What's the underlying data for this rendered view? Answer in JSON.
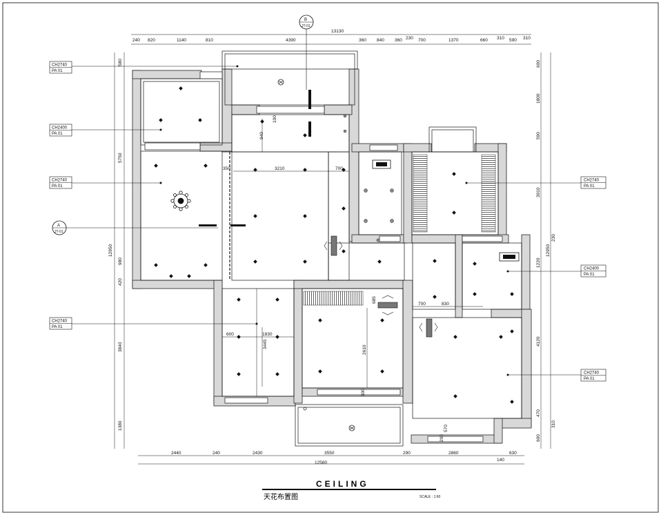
{
  "title": "CEILING",
  "subtitle": "天花布置图",
  "scale": "SCALE : 1:60",
  "section_marks": [
    {
      "id": "section-mark-top",
      "letter": "B",
      "sheet": "JT-01"
    },
    {
      "id": "section-mark-left",
      "letter": "A",
      "sheet": "JT-01"
    }
  ],
  "top_dims_upper": {
    "total": "13130"
  },
  "top_dims": [
    "240",
    "820",
    "1140",
    "810",
    "4390",
    "360",
    "840",
    "360",
    "230",
    "700",
    "1370",
    "660",
    "310",
    "590",
    "310"
  ],
  "bottom_dims": [
    "2440",
    "240",
    "2430",
    "3550",
    "290",
    "2860",
    "630"
  ],
  "bottom_extra": "140",
  "bottom_total": "12580",
  "left_dims": [
    "580",
    "5750",
    "980",
    "420",
    "3840",
    "1380"
  ],
  "left_total": "12950",
  "right_dims": [
    "600",
    "1800",
    "590",
    "3010",
    "1220",
    "4120",
    "470",
    "600"
  ],
  "right_total": "12950",
  "right_small": [
    "230",
    "310"
  ],
  "interior_dims": [
    "940",
    "100",
    "3210",
    "350",
    "700",
    "600",
    "1830",
    "3445",
    "685",
    "700",
    "830",
    "2610",
    "300",
    "570",
    "200"
  ],
  "ceiling_tags": [
    {
      "id": "tag-left-1",
      "height": "CH2740",
      "finish": "PA 01"
    },
    {
      "id": "tag-left-2",
      "height": "CH2400",
      "finish": "PA 01"
    },
    {
      "id": "tag-left-3",
      "height": "CH2740",
      "finish": "PA 01"
    },
    {
      "id": "tag-left-4",
      "height": "CH2740",
      "finish": "PA 01"
    },
    {
      "id": "tag-right-1",
      "height": "CH2740",
      "finish": "PA 01"
    },
    {
      "id": "tag-right-2",
      "height": "CH2400",
      "finish": "PA 01"
    },
    {
      "id": "tag-right-3",
      "height": "CH2740",
      "finish": "PA 01"
    }
  ]
}
